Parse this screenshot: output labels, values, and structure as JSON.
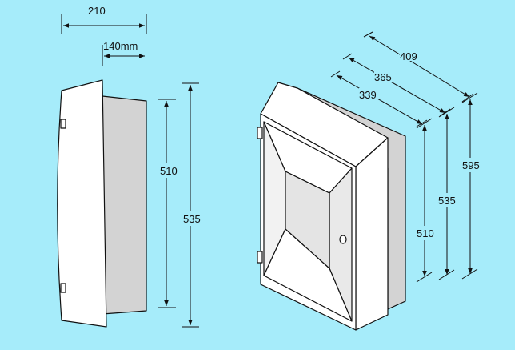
{
  "colors": {
    "background": "#a6ecfa",
    "panel_light": "#ffffff",
    "panel_shade": "#d3d3d3",
    "panel_inner": "#e4e4e4",
    "outline": "#111111"
  },
  "side_view": {
    "width_total": "210",
    "width_body": "140mm",
    "height_inner": "510",
    "height_total": "535"
  },
  "iso_view": {
    "depth_409": "409",
    "depth_365": "365",
    "depth_339": "339",
    "height_510": "510",
    "height_535": "535",
    "height_595": "595"
  }
}
